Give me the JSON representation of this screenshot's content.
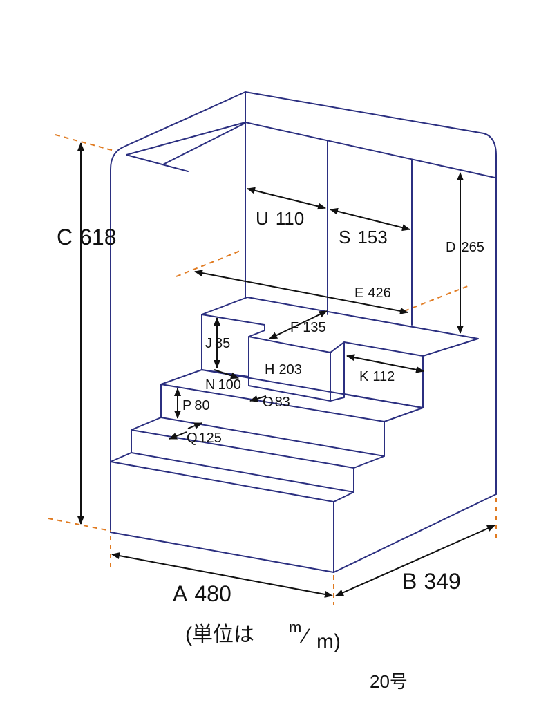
{
  "dimensions": {
    "A": {
      "letter": "A",
      "value": "480"
    },
    "B": {
      "letter": "B",
      "value": "349"
    },
    "C": {
      "letter": "C",
      "value": "618"
    },
    "D": {
      "letter": "D",
      "value": "265"
    },
    "E": {
      "letter": "E",
      "value": "426"
    },
    "F": {
      "letter": "F",
      "value": "135"
    },
    "H": {
      "letter": "H",
      "value": "203"
    },
    "J": {
      "letter": "J",
      "value": "85"
    },
    "K": {
      "letter": "K",
      "value": "112"
    },
    "N": {
      "letter": "N",
      "value": "100"
    },
    "O": {
      "letter": "O",
      "value": "83"
    },
    "P": {
      "letter": "P",
      "value": "80"
    },
    "Q": {
      "letter": "Q",
      "value": "125"
    },
    "S": {
      "letter": "S",
      "value": "153"
    },
    "U": {
      "letter": "U",
      "value": "110"
    }
  },
  "unit_note": {
    "open_paren": "(",
    "prefix": "単位は",
    "unit_top": "m",
    "slash": "⁄",
    "unit_bottom": "m",
    "close_paren": ")"
  },
  "model_label": "20号",
  "colors": {
    "outline": "#2b2f80",
    "extension_lines": "#e07a20",
    "dimension_arrows": "#111111"
  }
}
